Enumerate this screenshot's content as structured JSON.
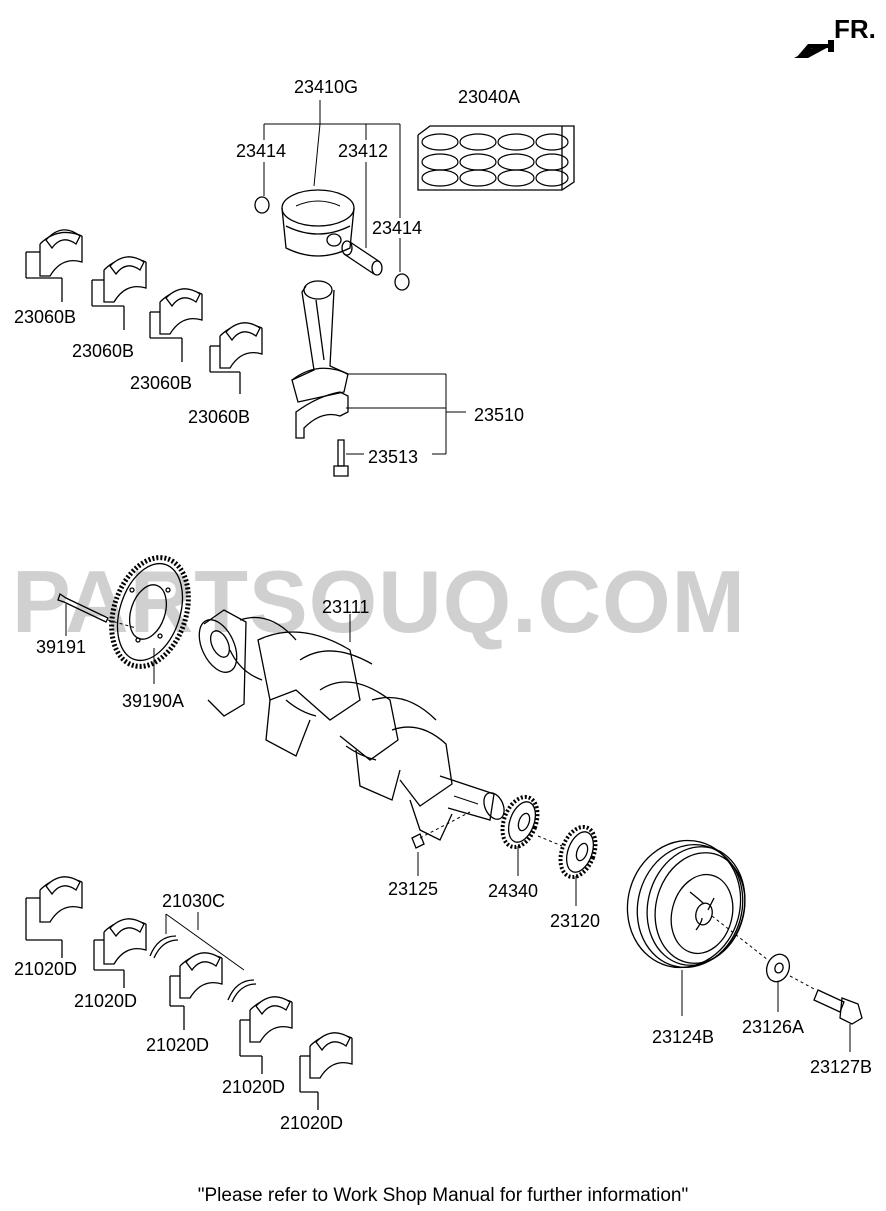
{
  "direction": {
    "label": "FR."
  },
  "watermark": "PARTSOUQ.COM",
  "footer": "\"Please refer to Work Shop Manual for further information\"",
  "parts": {
    "p23410G": "23410G",
    "p23040A": "23040A",
    "p23414a": "23414",
    "p23412": "23412",
    "p23414b": "23414",
    "p23060B_1": "23060B",
    "p23060B_2": "23060B",
    "p23060B_3": "23060B",
    "p23060B_4": "23060B",
    "p23510": "23510",
    "p23513": "23513",
    "p39191": "39191",
    "p39190A": "39190A",
    "p23111": "23111",
    "p23125": "23125",
    "p24340": "24340",
    "p23120": "23120",
    "p21030C": "21030C",
    "p21020D_1": "21020D",
    "p21020D_2": "21020D",
    "p21020D_3": "21020D",
    "p21020D_4": "21020D",
    "p21020D_5": "21020D",
    "p23124B": "23124B",
    "p23126A": "23126A",
    "p23127B": "23127B"
  }
}
